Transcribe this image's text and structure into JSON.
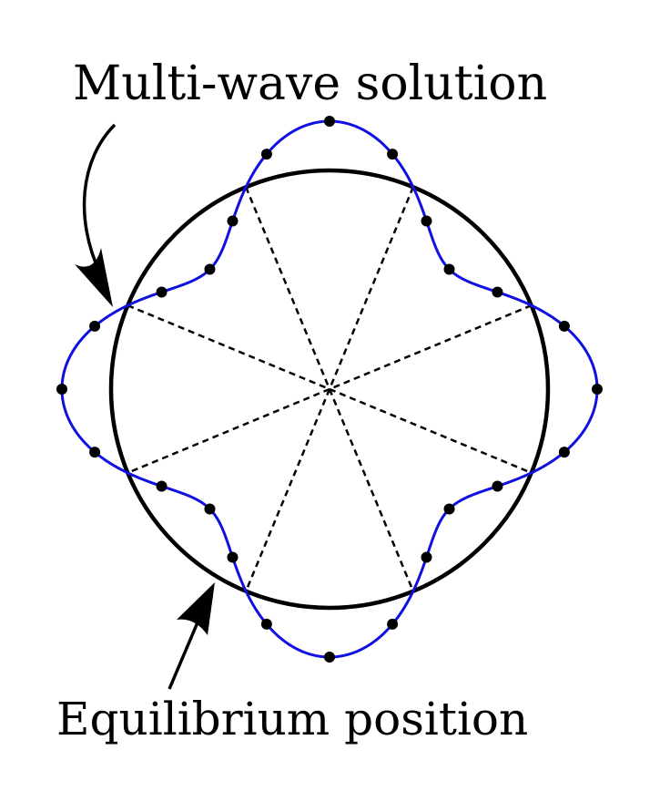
{
  "labels": {
    "multi_wave": "Multi-wave solution",
    "equilibrium": "Equilibrium position"
  },
  "model": {
    "dots": 24,
    "spokes": 4,
    "wave_mode": 4,
    "wave_amplitude": 0.225
  },
  "colors": {
    "wave": "#1010e0",
    "circle": "#000000",
    "dots": "#000000",
    "spokes": "#000000",
    "arrows": "#000000"
  },
  "icons": [
    "arrow-multi-wave-icon",
    "arrow-equilibrium-icon"
  ]
}
